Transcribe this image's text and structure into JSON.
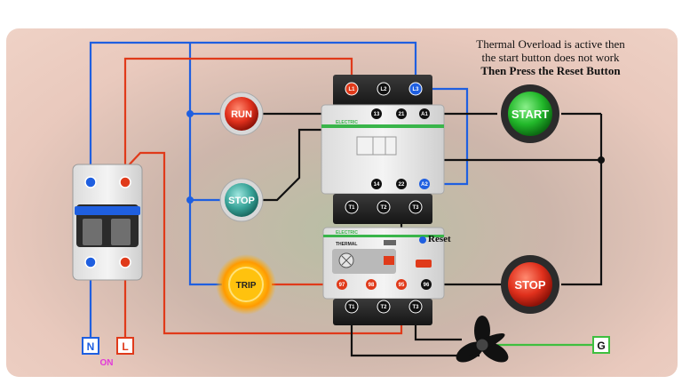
{
  "note": {
    "line1": "Thermal Overload is active then",
    "line2": "the start button does not work",
    "line3": "Then Press the Reset Button"
  },
  "buttons": {
    "run": "RUN",
    "stop_left": "STOP",
    "trip": "TRIP",
    "start": "START",
    "stop_right": "STOP"
  },
  "reset_label": "Reset",
  "terminals": {
    "l1": "L1",
    "l2": "L2",
    "l3": "L3",
    "t13": "13",
    "t21": "21",
    "a1": "A1",
    "t14": "14",
    "t22": "22",
    "a2": "A2",
    "T1": "T1",
    "T2": "T2",
    "T3": "T3",
    "o97": "97",
    "o98": "98",
    "o95": "95",
    "o96": "96",
    "T1b": "T1",
    "T2b": "T2",
    "T3b": "T3"
  },
  "contactor": {
    "brand": "ELECTRIC"
  },
  "overload": {
    "brand": "ELECTRIC",
    "model": "THERMAL"
  },
  "supply": {
    "n": "N",
    "l": "L",
    "g": "G",
    "on": "ON"
  },
  "colors": {
    "blue_wire": "#1f5fe0",
    "red_wire": "#e03a1a",
    "black_wire": "#111111",
    "green_wire": "#3fbf3f"
  }
}
